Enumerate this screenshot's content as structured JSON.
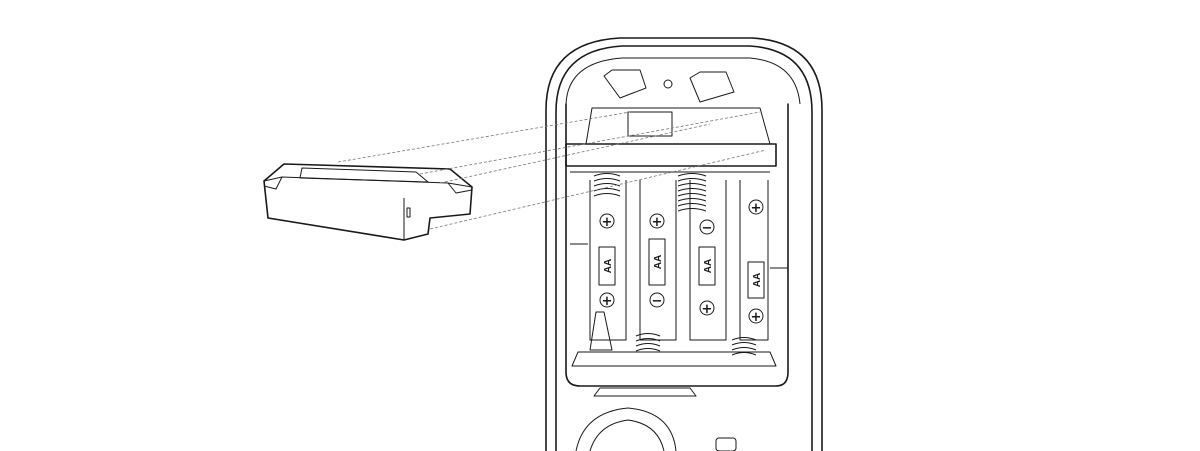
{
  "diagram": {
    "battery_labels": [
      "AA",
      "AA",
      "AA",
      "AA"
    ],
    "slot_top_signs": [
      "+",
      "+",
      "−",
      "+"
    ],
    "slot_bottom_signs": [
      "+",
      "−",
      "+",
      "+"
    ],
    "line_color": "#1a1a1a",
    "background": "#ffffff"
  }
}
